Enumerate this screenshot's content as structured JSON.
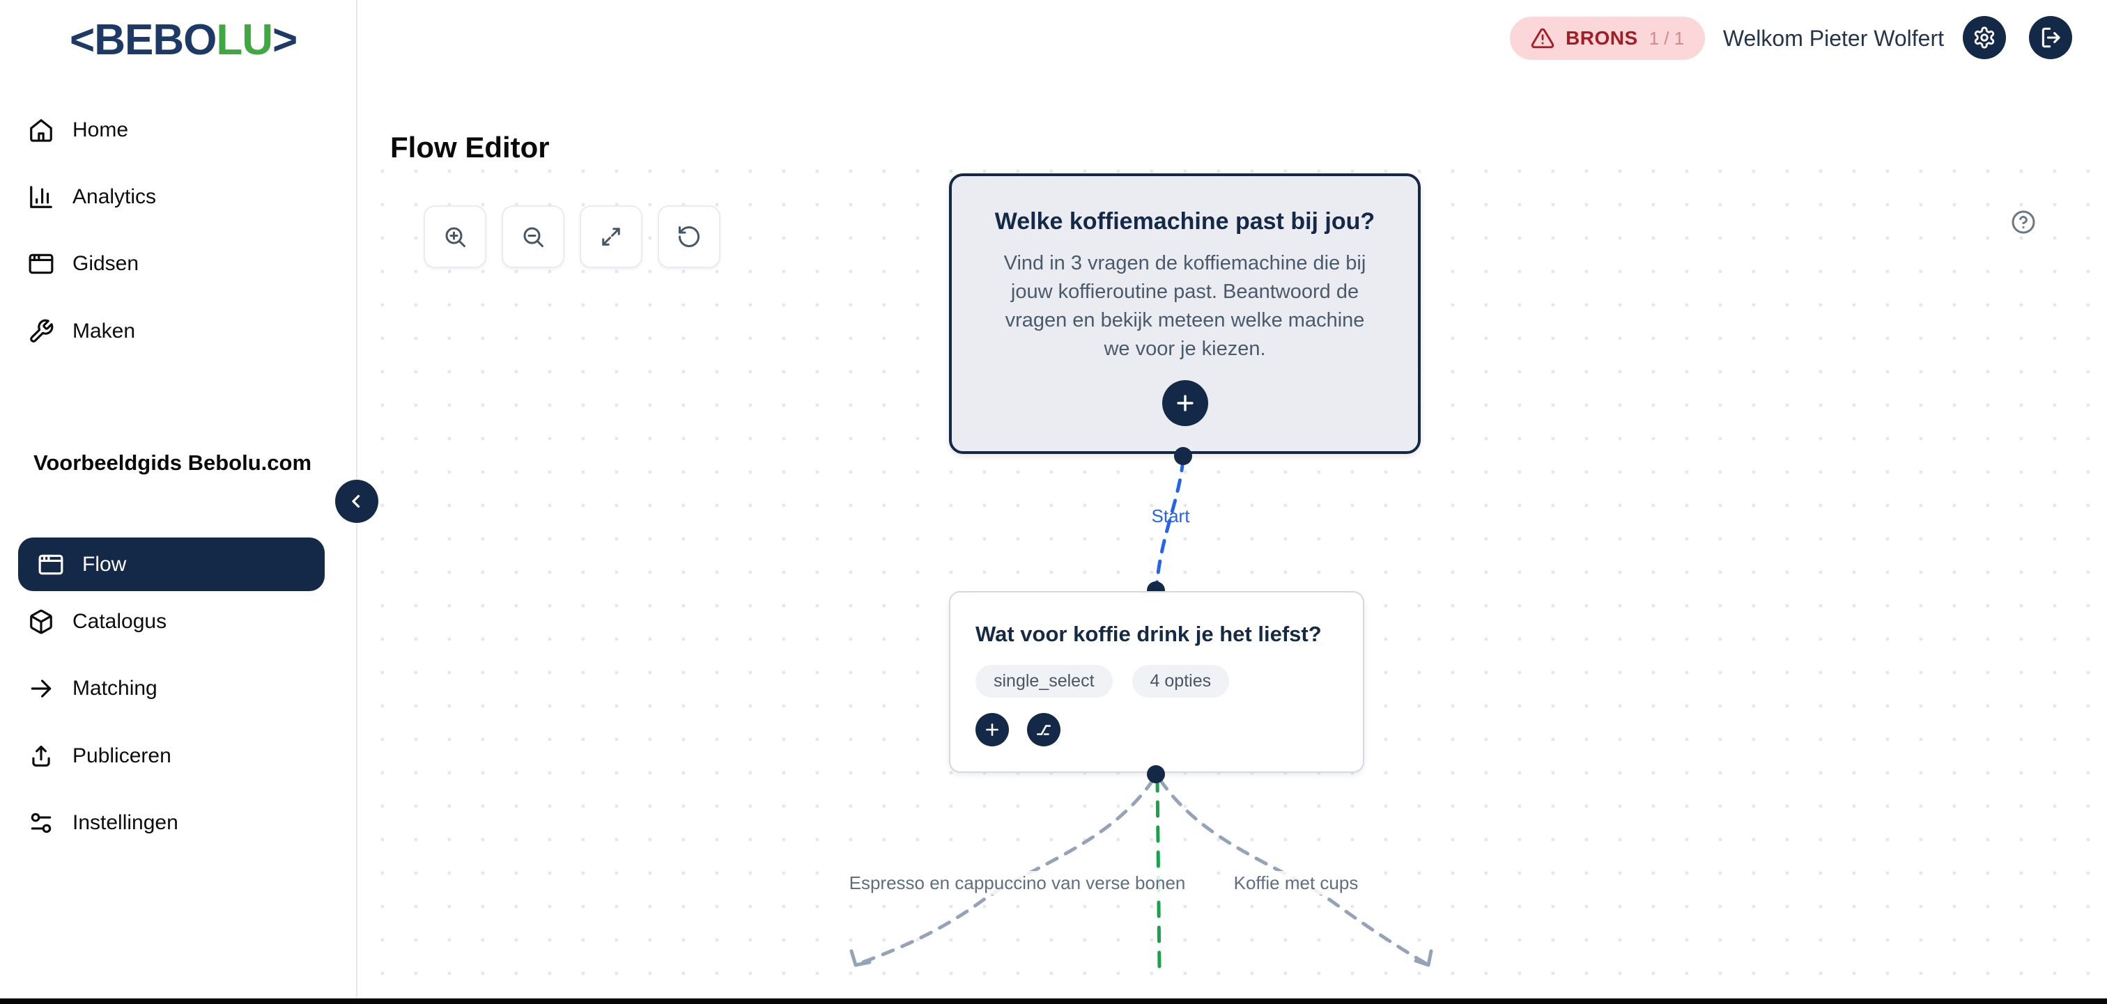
{
  "brand": {
    "segments": [
      {
        "text": "<BEBO",
        "color": "#1d3a66"
      },
      {
        "text": "LU",
        "color": "#3fa83f"
      },
      {
        "text": ">",
        "color": "#1d3a66"
      }
    ]
  },
  "sidebar": {
    "main_items": [
      {
        "label": "Home",
        "icon": "home-icon"
      },
      {
        "label": "Analytics",
        "icon": "bar-chart-icon"
      },
      {
        "label": "Gidsen",
        "icon": "app-window-icon"
      },
      {
        "label": "Maken",
        "icon": "wrench-icon"
      }
    ],
    "section_title": "Voorbeeldgids Bebolu.com",
    "guide_items": [
      {
        "label": "Flow",
        "icon": "app-window-icon",
        "active": true
      },
      {
        "label": "Catalogus",
        "icon": "package-icon"
      },
      {
        "label": "Matching",
        "icon": "arrow-right-icon"
      },
      {
        "label": "Publiceren",
        "icon": "upload-icon"
      },
      {
        "label": "Instellingen",
        "icon": "sliders-icon"
      }
    ]
  },
  "header": {
    "badge": {
      "level": "BRONS",
      "count": "1 / 1"
    },
    "welcome": "Welkom Pieter Wolfert"
  },
  "page": {
    "title": "Flow Editor"
  },
  "flow": {
    "nodes": [
      {
        "title": "Welke koffiemachine past bij jou?",
        "description": "Vind in 3 vragen de koffiemachine die bij jouw koffieroutine past. Beantwoord de vragen en bekijk meteen welke machine we voor je kiezen."
      },
      {
        "title": "Wat voor koffie drink je het liefst?",
        "chips": [
          "single_select",
          "4 opties"
        ]
      }
    ],
    "edge_labels": {
      "start": "Start",
      "left": "Espresso en cappuccino van verse bonen",
      "right": "Koffie met cups"
    }
  },
  "colors": {
    "navy": "#132947",
    "logo_navy": "#1d3a66",
    "logo_green": "#3fa83f",
    "edge_blue": "#2563eb",
    "edge_green": "#16a34a",
    "edge_gray": "#94a3b8",
    "badge_bg": "#fbd7d9",
    "badge_red": "#a31c24"
  }
}
